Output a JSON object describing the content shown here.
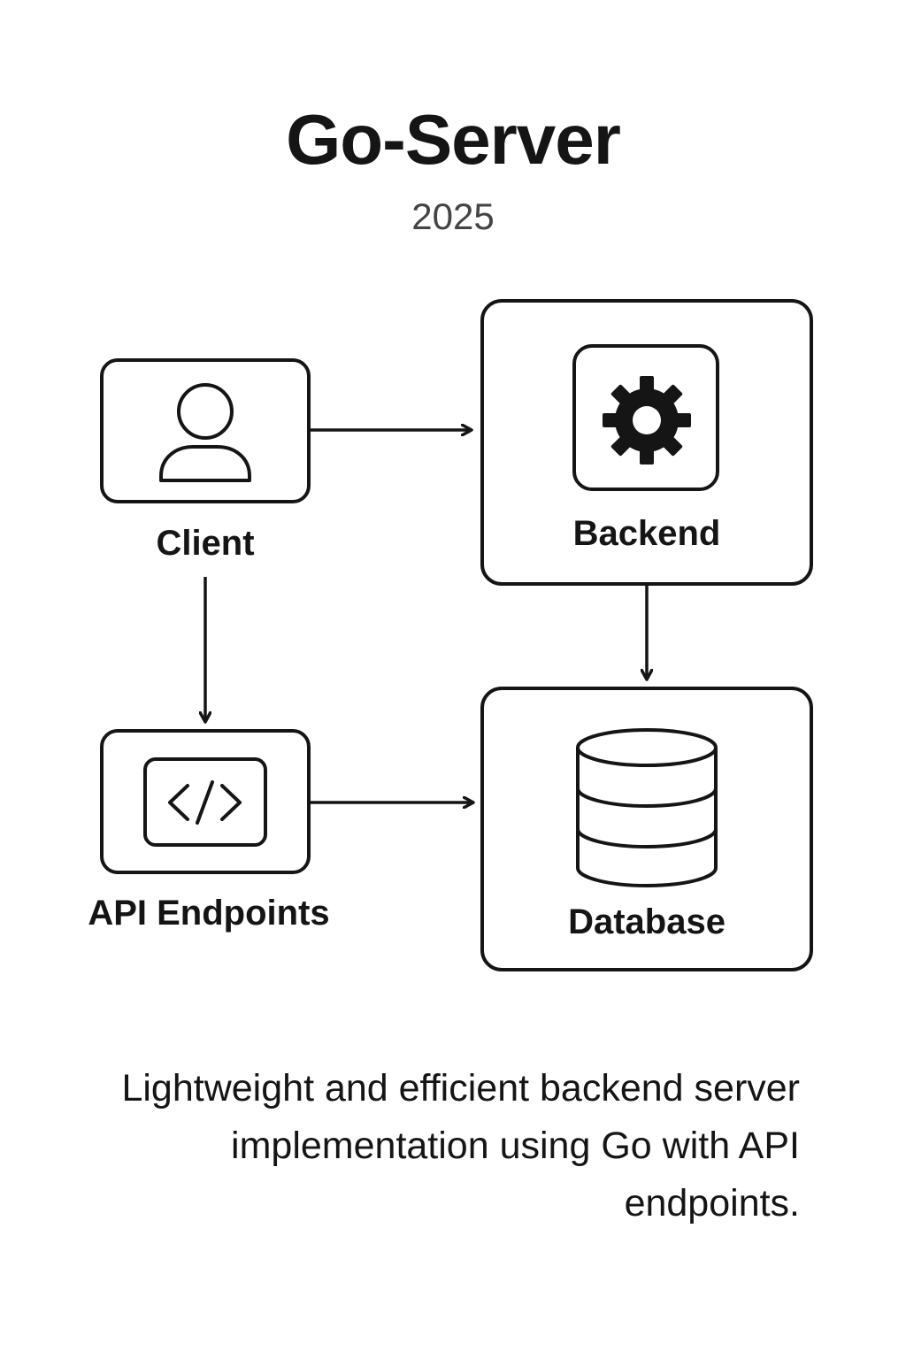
{
  "header": {
    "title": "Go-Server",
    "year": "2025"
  },
  "nodes": {
    "client": {
      "label": "Client",
      "icon": "user-icon"
    },
    "backend": {
      "label": "Backend",
      "icon": "gear-icon"
    },
    "api": {
      "label": "API Endpoints",
      "icon": "code-icon"
    },
    "database": {
      "label": "Database",
      "icon": "database-icon"
    }
  },
  "footer": {
    "description": "Lightweight and efficient backend server implementation using Go with API endpoints."
  }
}
